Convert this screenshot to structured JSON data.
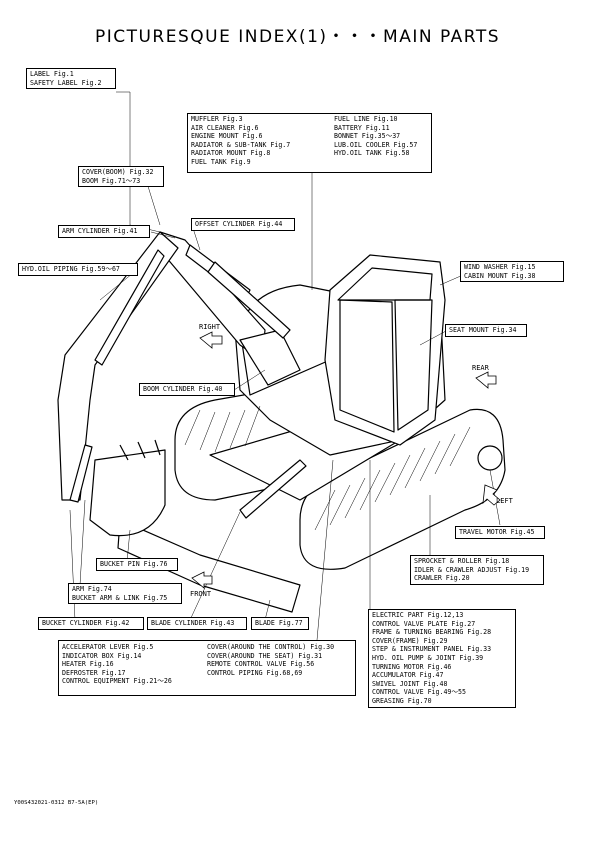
{
  "title": "PICTURESQUE INDEX(1)・・・MAIN PARTS",
  "label_box": [
    "LABEL Fig.1",
    "SAFETY LABEL Fig.2"
  ],
  "muffler_box_left": [
    "MUFFLER Fig.3",
    "AIR CLEANER Fig.6",
    "ENGINE MOUNT Fig.6",
    "RADIATOR & SUB-TANK Fig.7",
    "RADIATOR MOUNT Fig.8",
    "FUEL TANK Fig.9"
  ],
  "muffler_box_right": [
    "FUEL LINE Fig.10",
    "BATTERY Fig.11",
    "BONNET Fig.35～37",
    "LUB.OIL COOLER Fig.57",
    "HYD.OIL TANK Fig.58"
  ],
  "cover_boom_box": [
    "COVER(BOOM) Fig.32",
    "BOOM Fig.71～73"
  ],
  "arm_cylinder": "ARM CYLINDER Fig.41",
  "offset_cylinder": "OFFSET CYLINDER Fig.44",
  "hyd_oil_piping": "HYD.OIL PIPING Fig.59～67",
  "wind_washer_box": [
    "WIND WASHER Fig.15",
    "CABIN MOUNT Fig.38"
  ],
  "seat_mount": "SEAT MOUNT Fig.34",
  "right_label": "RIGHT",
  "rear_label": "REAR",
  "left_label": "LEFT",
  "front_label": "FRONT",
  "boom_cylinder": "BOOM CYLINDER Fig.40",
  "travel_motor": "TRAVEL MOTOR Fig.45",
  "sprocket_box": [
    "SPROCKET & ROLLER Fig.18",
    "IDLER & CRAWLER ADJUST Fig.19",
    "CRAWLER Fig.20"
  ],
  "bucket_pin": "BUCKET PIN Fig.76",
  "arm_box": [
    "ARM Fig.74",
    "BUCKET ARM & LINK Fig.75"
  ],
  "bucket_cylinder": "BUCKET CYLINDER Fig.42",
  "blade_cylinder": "BLADE CYLINDER Fig.43",
  "blade": "BLADE Fig.77",
  "accel_box_left": [
    "ACCELERATOR LEVER Fig.5",
    "INDICATOR BOX Fig.14",
    "HEATER Fig.16",
    "DEFROSTER Fig.17",
    "CONTROL EQUIPMENT Fig.21～26"
  ],
  "accel_box_right": [
    "COVER(AROUND THE CONTROL) Fig.30",
    "COVER(AROUND THE SEAT) Fig.31",
    "REMOTE CONTROL VALVE Fig.56",
    "CONTROL PIPING Fig.68,69"
  ],
  "electric_box": [
    "ELECTRIC PART Fig.12,13",
    "CONTROL VALVE PLATE Fig.27",
    "FRAME & TURNING BEARING Fig.28",
    "COVER(FRAME) Fig.29",
    "STEP & INSTRUMENT PANEL Fig.33",
    "HYD. OIL PUMP & JOINT Fig.39",
    "TURNING MOTOR Fig.46",
    "ACCUMULATOR Fig.47",
    "SWIVEL JOINT Fig.48",
    "CONTROL VALVE Fig.49～55",
    "GREASING Fig.70"
  ],
  "footer_code": "Y00S432021-0312 B7-5A(EP)"
}
